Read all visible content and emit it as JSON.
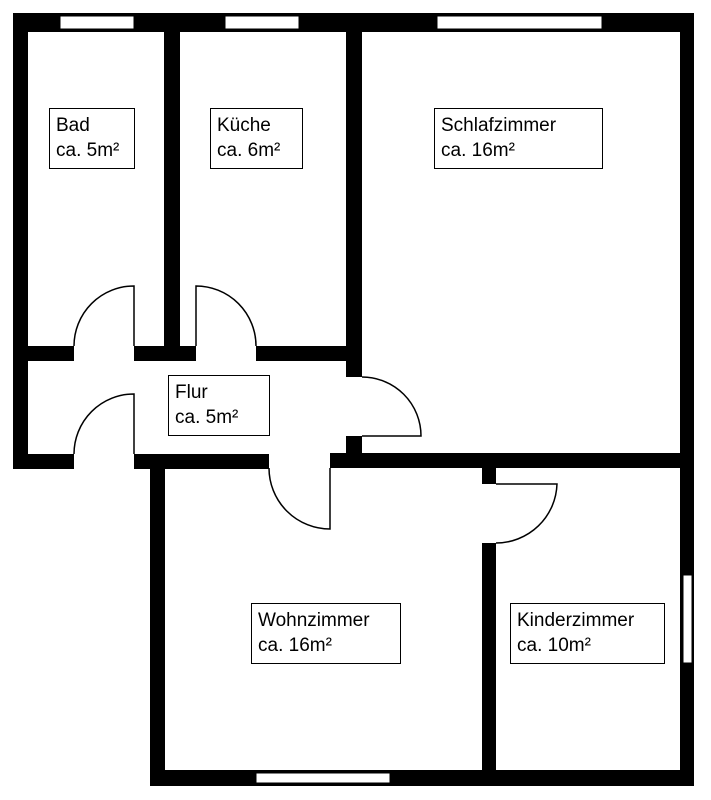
{
  "colors": {
    "wall": "#000000",
    "background": "#ffffff"
  },
  "rooms": [
    {
      "id": "bad",
      "name": "Bad",
      "area": "ca. 5m²"
    },
    {
      "id": "kueche",
      "name": "Küche",
      "area": "ca. 6m²"
    },
    {
      "id": "schlafzimmer",
      "name": "Schlafzimmer",
      "area": "ca. 16m²"
    },
    {
      "id": "flur",
      "name": "Flur",
      "area": "ca. 5m²"
    },
    {
      "id": "wohnzimmer",
      "name": "Wohnzimmer",
      "area": "ca. 16m²"
    },
    {
      "id": "kinderzimmer",
      "name": "Kinderzimmer",
      "area": "ca. 10m²"
    }
  ]
}
